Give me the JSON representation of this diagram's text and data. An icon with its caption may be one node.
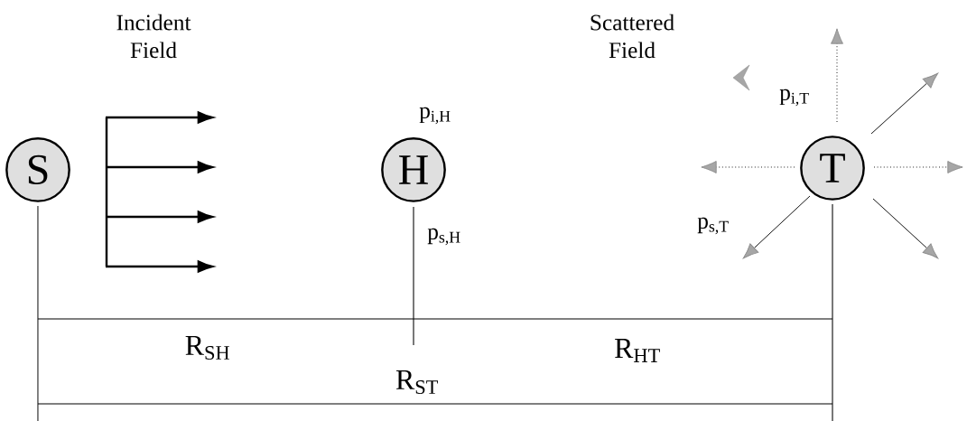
{
  "diagram": {
    "nodes": [
      {
        "text": [
          "S"
        ]
      },
      {
        "text": [
          "H"
        ],
        "beside": [
          "p$_{i,H}$",
          "p$_{s,H}$"
        ]
      },
      {
        "text": [
          "T"
        ],
        "beside": [
          "p$_{i,T}$",
          "p$_{s,T}$"
        ]
      }
    ],
    "labels": [
      "Incident Field",
      "Scattered Field",
      "R$_{SH}$",
      "R$_{ST}$",
      "R$_{HT}$"
    ]
  }
}
